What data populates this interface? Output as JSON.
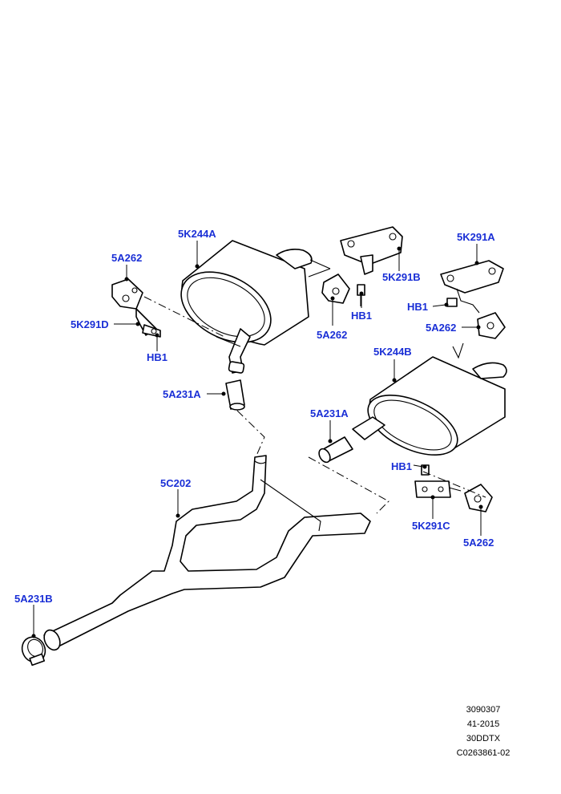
{
  "callouts": {
    "muffler_left": "5K244A",
    "hanger_left_top": "5A262",
    "bracket_left": "5K291D",
    "bolt_left": "HB1",
    "clamp_left": "5A231A",
    "bracket_center": "5K291B",
    "hanger_center": "5A262",
    "bolt_center": "HB1",
    "bracket_right_top": "5K291A",
    "bolt_right_top": "HB1",
    "hanger_right_top": "5A262",
    "muffler_right": "5K244B",
    "clamp_right": "5A231A",
    "bolt_right_low": "HB1",
    "bracket_right_low": "5K291C",
    "hanger_right_low": "5A262",
    "pipe_y": "5C202",
    "clamp_front": "5A231B"
  },
  "reference": [
    "3090307",
    "41-2015",
    "30DDTX",
    "C0263861-02"
  ]
}
